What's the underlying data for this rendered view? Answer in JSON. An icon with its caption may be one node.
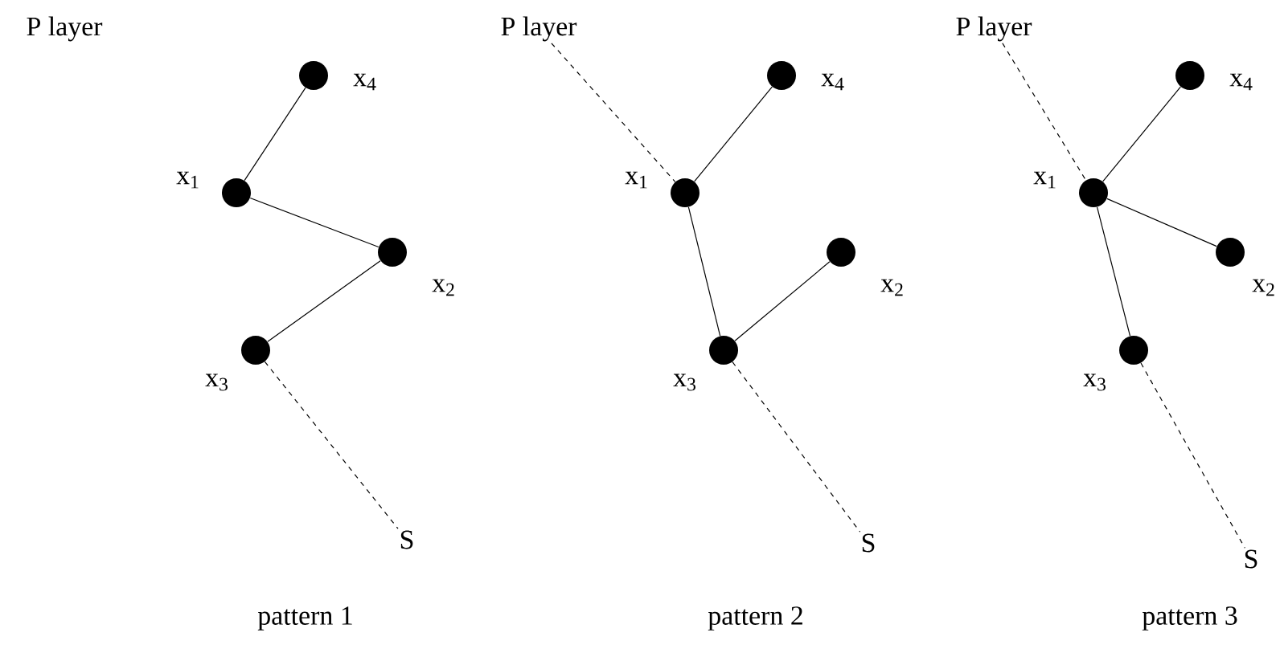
{
  "diagram": {
    "nodes": [
      {
        "text": [],
        "shape": "circle",
        "beside": [
          "x$_{4}$"
        ]
      },
      {
        "text": [],
        "shape": "circle",
        "beside": [
          "x$_{1}$"
        ]
      },
      {
        "text": [],
        "shape": "circle",
        "beside": [
          "x$_{2}$"
        ]
      },
      {
        "text": [],
        "shape": "circle",
        "beside": [
          "x$_{3}$"
        ]
      },
      {
        "text": [
          "S"
        ]
      },
      {
        "text": [
          "P layer"
        ]
      },
      {
        "text": [],
        "shape": "circle",
        "beside": [
          "x$_{4}$"
        ]
      },
      {
        "text": [],
        "shape": "circle",
        "beside": [
          "x$_{1}$"
        ]
      },
      {
        "text": [],
        "shape": "circle",
        "beside": [
          "x$_{2}$"
        ]
      },
      {
        "text": [],
        "shape": "circle",
        "beside": [
          "x$_{3}$"
        ]
      },
      {
        "text": [
          "S"
        ]
      },
      {
        "text": [
          "P layer"
        ]
      },
      {
        "text": [],
        "shape": "circle",
        "beside": [
          "x$_{4}$"
        ]
      },
      {
        "text": [],
        "shape": "circle",
        "beside": [
          "x$_{1}$"
        ]
      },
      {
        "text": [],
        "shape": "circle",
        "beside": [
          "x$_{2}$"
        ]
      },
      {
        "text": [],
        "shape": "circle",
        "beside": [
          "x$_{3}$"
        ]
      },
      {
        "text": [
          "S"
        ]
      }
    ],
    "edges": [
      {
        "from": 1,
        "to": 0,
        "arrow": "none"
      },
      {
        "from": 1,
        "to": 2,
        "arrow": "none"
      },
      {
        "from": 2,
        "to": 3,
        "arrow": "none"
      },
      {
        "from": 3,
        "to": 4,
        "arrow": "none",
        "style": "dashed"
      },
      {
        "from": 5,
        "to": 7,
        "arrow": "none",
        "style": "dashed"
      },
      {
        "from": 7,
        "to": 6,
        "arrow": "none"
      },
      {
        "from": 7,
        "to": 9,
        "arrow": "none"
      },
      {
        "from": 9,
        "to": 8,
        "arrow": "none"
      },
      {
        "from": 9,
        "to": 10,
        "arrow": "none",
        "style": "dashed"
      },
      {
        "from": 11,
        "to": 13,
        "arrow": "none",
        "style": "dashed"
      },
      {
        "from": 13,
        "to": 12,
        "arrow": "none"
      },
      {
        "from": 13,
        "to": 14,
        "arrow": "none"
      },
      {
        "from": 13,
        "to": 15,
        "arrow": "none"
      },
      {
        "from": 15,
        "to": 16,
        "arrow": "none",
        "style": "dashed"
      }
    ],
    "labels": [
      "P layer",
      "pattern 1",
      "pattern 2",
      "pattern 3"
    ]
  }
}
